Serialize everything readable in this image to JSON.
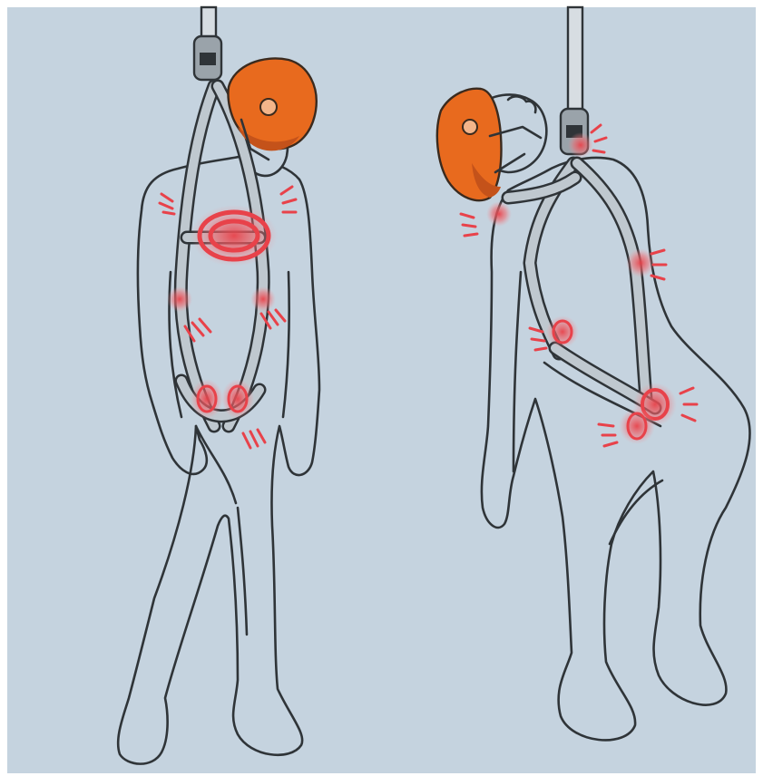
{
  "figure": {
    "background_color": "#c5d3df",
    "frame_color": "#ffffff",
    "outline_color": "#2f3438",
    "helmet_color": "#e86a1e",
    "helmet_shadow_color": "#c4521a",
    "pain_color": "#e8424a",
    "strap_color": "#bfc8cf"
  },
  "figures": [
    {
      "name": "upright-suspended-person",
      "pain_points": 8
    },
    {
      "name": "tilted-suspended-person",
      "pain_points": 7
    }
  ]
}
